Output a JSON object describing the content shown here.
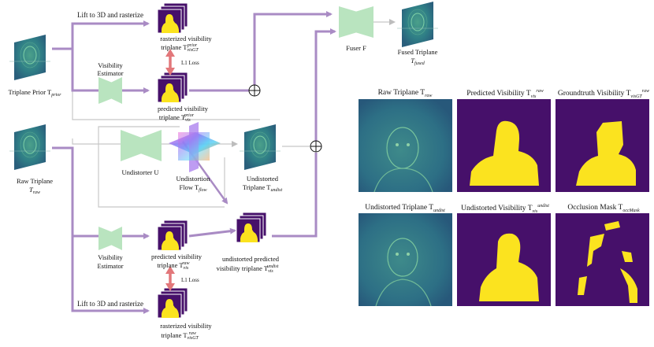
{
  "pipeline": {
    "lift_top": "Lift to 3D and rasterize",
    "lift_bottom": "Lift to 3D and rasterize",
    "raster_prior": "rasterized visibility",
    "raster_prior_2": "triplane T",
    "raster_prior_sub": "visGT",
    "raster_prior_sup": "prior",
    "l1_top": "L1 Loss",
    "l1_bottom": "L1 Loss",
    "vis_est_top_1": "Visibility",
    "vis_est_top_2": "Estimator",
    "vis_est_bottom_1": "Visibility",
    "vis_est_bottom_2": "Estimator",
    "pred_prior_1": "predicted visibility",
    "pred_prior_2": "triplane T",
    "pred_prior_sub": "vis",
    "pred_prior_sup": "prior",
    "triplane_prior": "Triplane Prior T",
    "triplane_prior_sub": "prior",
    "raw_triplane_1": "Raw Triplane",
    "raw_triplane_2": "T",
    "raw_triplane_sub": "raw",
    "undistorter": "Undistorter U",
    "flow_1": "Undistortion",
    "flow_2": "Flow T",
    "flow_sub": "flow",
    "undist_1": "Undistorted",
    "undist_2": "Triplane T",
    "undist_sub": "undist",
    "fuser": "Fuser F",
    "fused_1": "Fused Triplane",
    "fused_2": "T",
    "fused_sub": "fused",
    "pred_raw_1": "predicted visibility",
    "pred_raw_2": "triplane T",
    "pred_raw_sub": "vis",
    "pred_raw_sup": "raw",
    "undist_pred_1": "undistorted predicted",
    "undist_pred_2": "visibility triplane T",
    "undist_pred_sub": "vis",
    "undist_pred_sup": "undist",
    "raster_raw_1": "rasterized visibility",
    "raster_raw_2": "triplane T",
    "raster_raw_sub": "visGT",
    "raster_raw_sup": "raw"
  },
  "panels": {
    "raw": {
      "title": "Raw Triplane T",
      "sub": "raw"
    },
    "pred_vis": {
      "title": "Predicted Visibility T",
      "sub": "vis",
      "sup": "raw"
    },
    "gt_vis": {
      "title": "Groundtruth Visibility T",
      "sub": "visGT",
      "sup": "raw"
    },
    "undist": {
      "title": "Undistorted Triplane T",
      "sub": "undist"
    },
    "undist_vis": {
      "title": "Undistorted Visibility T",
      "sub": "vis",
      "sup": "undist"
    },
    "occ": {
      "title": "Occlusion Mask T",
      "sub": "occMask"
    }
  },
  "colors": {
    "arrow": "#a98bc4",
    "gray": "#c8c8c8",
    "network": "#b9e4bf",
    "loss": "#e2777a",
    "vis_bg": "#46106a",
    "vis_fg": "#fbe31f",
    "feat_bg": "#2f6d7f"
  }
}
